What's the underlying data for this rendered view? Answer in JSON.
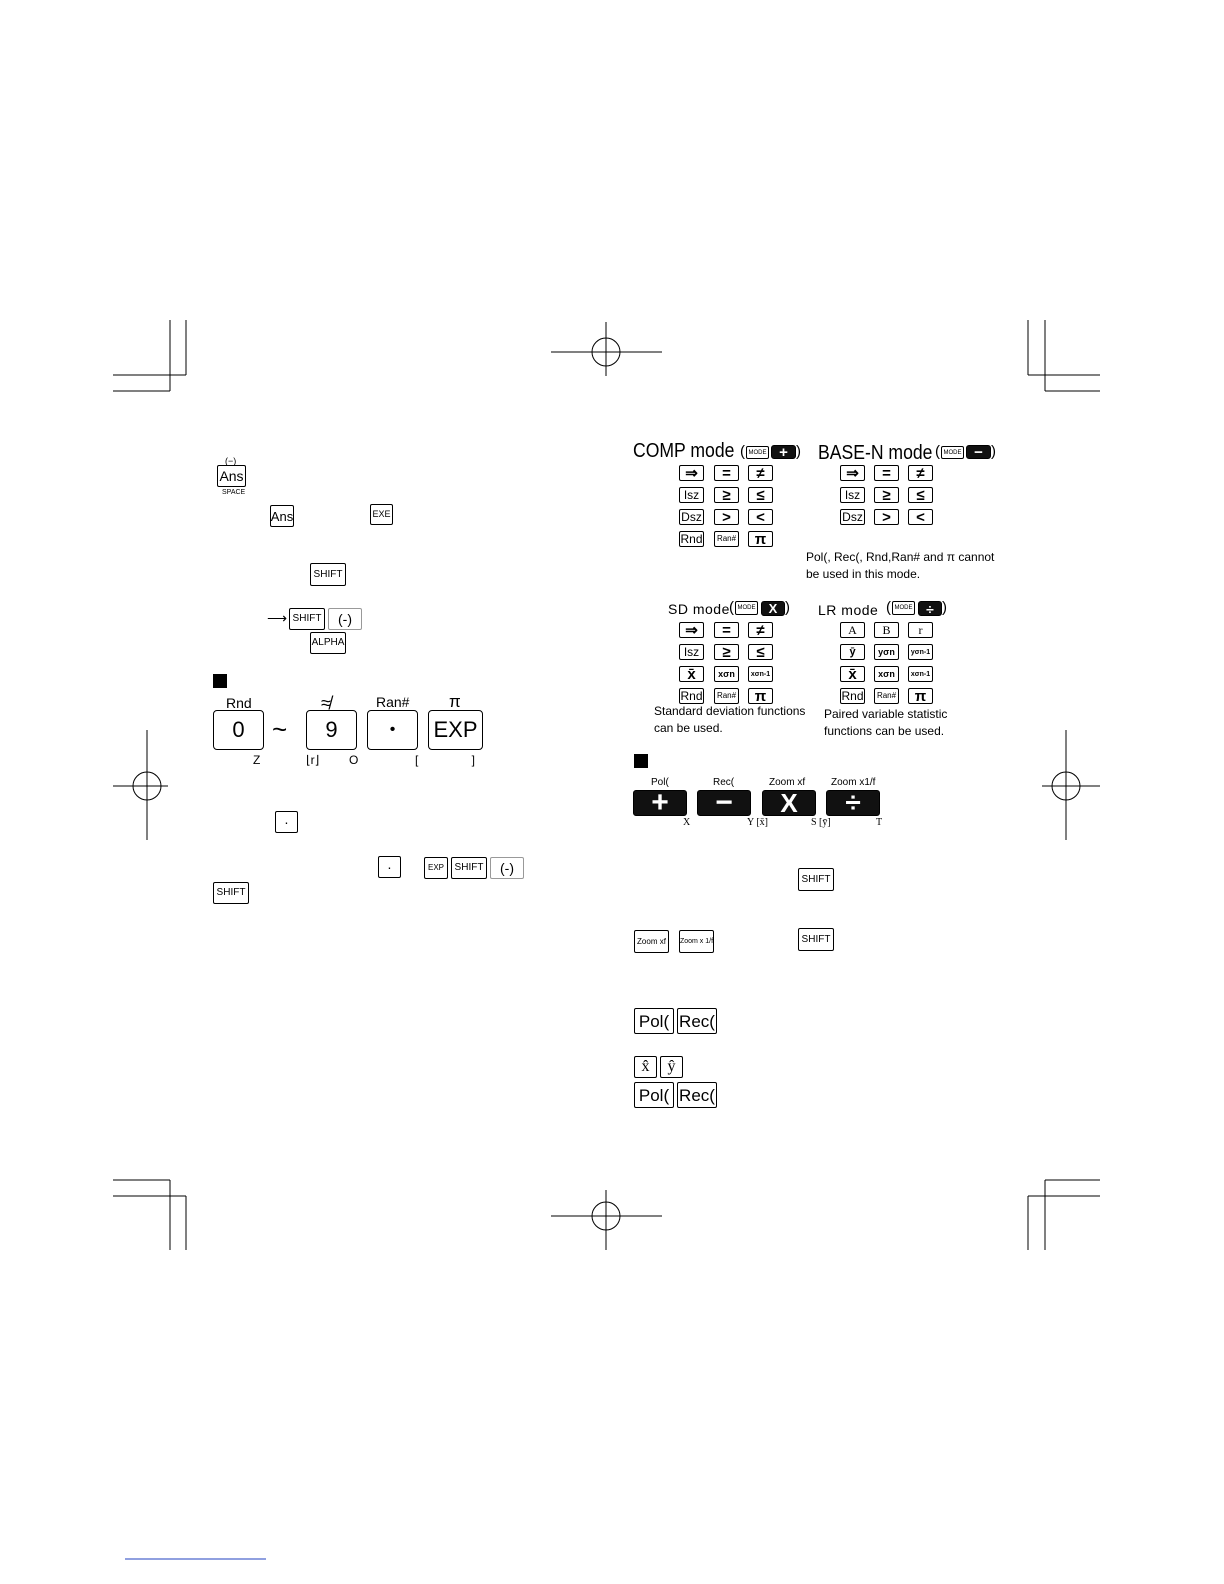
{
  "left": {
    "ans_key_top": "(−)",
    "ans_key": "Ans",
    "ans_key_bottom": "SPACE",
    "ans_key2": "Ans",
    "exe_key": "EXE",
    "shift_key1": "SHIFT",
    "shift_key2": "SHIFT",
    "neg_key1": "(-)",
    "alpha_key": "ALPHA",
    "big_keys": [
      {
        "top": "Rnd",
        "face": "0",
        "bottom": "Z"
      },
      {
        "top": "≉",
        "face": "9",
        "bottom": "⌊r⌋"
      },
      {
        "top": "Ran#",
        "face": "•",
        "bottom": "O"
      },
      {
        "top": "π",
        "face": "EXP",
        "bottom": "[      ]"
      }
    ],
    "tilde": "~",
    "dot_key1": "·",
    "dot_key2": "·",
    "exp_key": "EXP",
    "shift_key3": "SHIFT",
    "neg_key2": "(-)",
    "shift_key4": "SHIFT"
  },
  "right": {
    "comp": {
      "title": "COMP mode",
      "mode_key": "MODE",
      "op_symbol": "+",
      "rows": [
        [
          "⇒",
          "=",
          "≠"
        ],
        [
          "Isz",
          "≥",
          "≤"
        ],
        [
          "Dsz",
          ">",
          "<"
        ],
        [
          "Rnd",
          "Ran#",
          "π"
        ]
      ]
    },
    "basen": {
      "title": "BASE-N mode",
      "mode_key": "MODE",
      "op_symbol": "−",
      "rows": [
        [
          "⇒",
          "=",
          "≠"
        ],
        [
          "Isz",
          "≥",
          "≤"
        ],
        [
          "Dsz",
          ">",
          "<"
        ]
      ],
      "note_line1": "Pol(, Rec(, Rnd,Ran# and π cannot",
      "note_line2": "be used in this mode."
    },
    "sd": {
      "title": "SD mode",
      "mode_key": "MODE",
      "op_symbol": "X",
      "rows": [
        [
          "⇒",
          "=",
          "≠"
        ],
        [
          "Isz",
          "≥",
          "≤"
        ],
        [
          "x̄",
          "xσn",
          "xσn-1"
        ],
        [
          "Rnd",
          "Ran#",
          "π"
        ]
      ],
      "note_line1": "Standard deviation functions",
      "note_line2": "can be used."
    },
    "lr": {
      "title": "LR mode",
      "mode_key": "MODE",
      "op_symbol": "÷",
      "rows": [
        [
          "A",
          "B",
          "r"
        ],
        [
          "ȳ",
          "yσn",
          "yσn-1"
        ],
        [
          "x̄",
          "xσn",
          "xσn-1"
        ],
        [
          "Rnd",
          "Ran#",
          "π"
        ]
      ],
      "note_line1": "Paired variable statistic",
      "note_line2": "functions can be used."
    },
    "op_keys": [
      {
        "top": "Pol(",
        "face": "+",
        "bottom": "X"
      },
      {
        "top": "Rec(",
        "face": "−",
        "bottom": "Y  [x̄]"
      },
      {
        "top": "Zoom xf",
        "face": "X",
        "bottom": "S  [ȳ]"
      },
      {
        "top": "Zoom x1/f",
        "face": "÷",
        "bottom": "T"
      }
    ],
    "shift_key5": "SHIFT",
    "zoom_xf": "Zoom xf",
    "zoom_x1f": "Zoom x 1/f",
    "shift_key6": "SHIFT",
    "pol_key1": "Pol(",
    "rec_key1": "Rec(",
    "xhat_key": "x̂",
    "yhat_key": "ŷ",
    "pol_key2": "Pol(",
    "rec_key2": "Rec("
  }
}
